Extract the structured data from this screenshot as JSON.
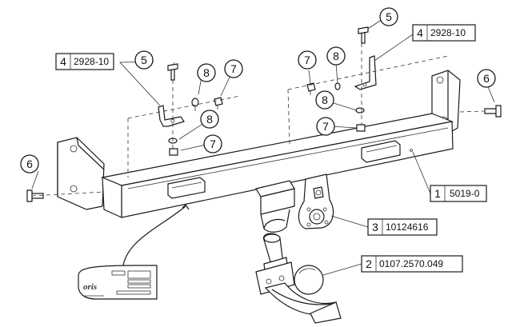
{
  "callouts": {
    "c5a": "5",
    "c5b": "5",
    "c6a": "6",
    "c6b": "6",
    "c7a": "7",
    "c7b": "7",
    "c7c": "7",
    "c7d": "7",
    "c8a": "8",
    "c8b": "8",
    "c8c": "8",
    "c8d": "8"
  },
  "parts": {
    "p4a": {
      "num": "4",
      "code": "2928-10"
    },
    "p4b": {
      "num": "4",
      "code": "2928-10"
    },
    "p1": {
      "num": "1",
      "code": "5019-0"
    },
    "p3": {
      "num": "3",
      "code": "10124616"
    },
    "p2": {
      "num": "2",
      "code": "0107.2570.049"
    }
  },
  "plate": {
    "logo": "oris"
  },
  "colors": {
    "line": "#1a1a1a",
    "background": "#ffffff"
  }
}
